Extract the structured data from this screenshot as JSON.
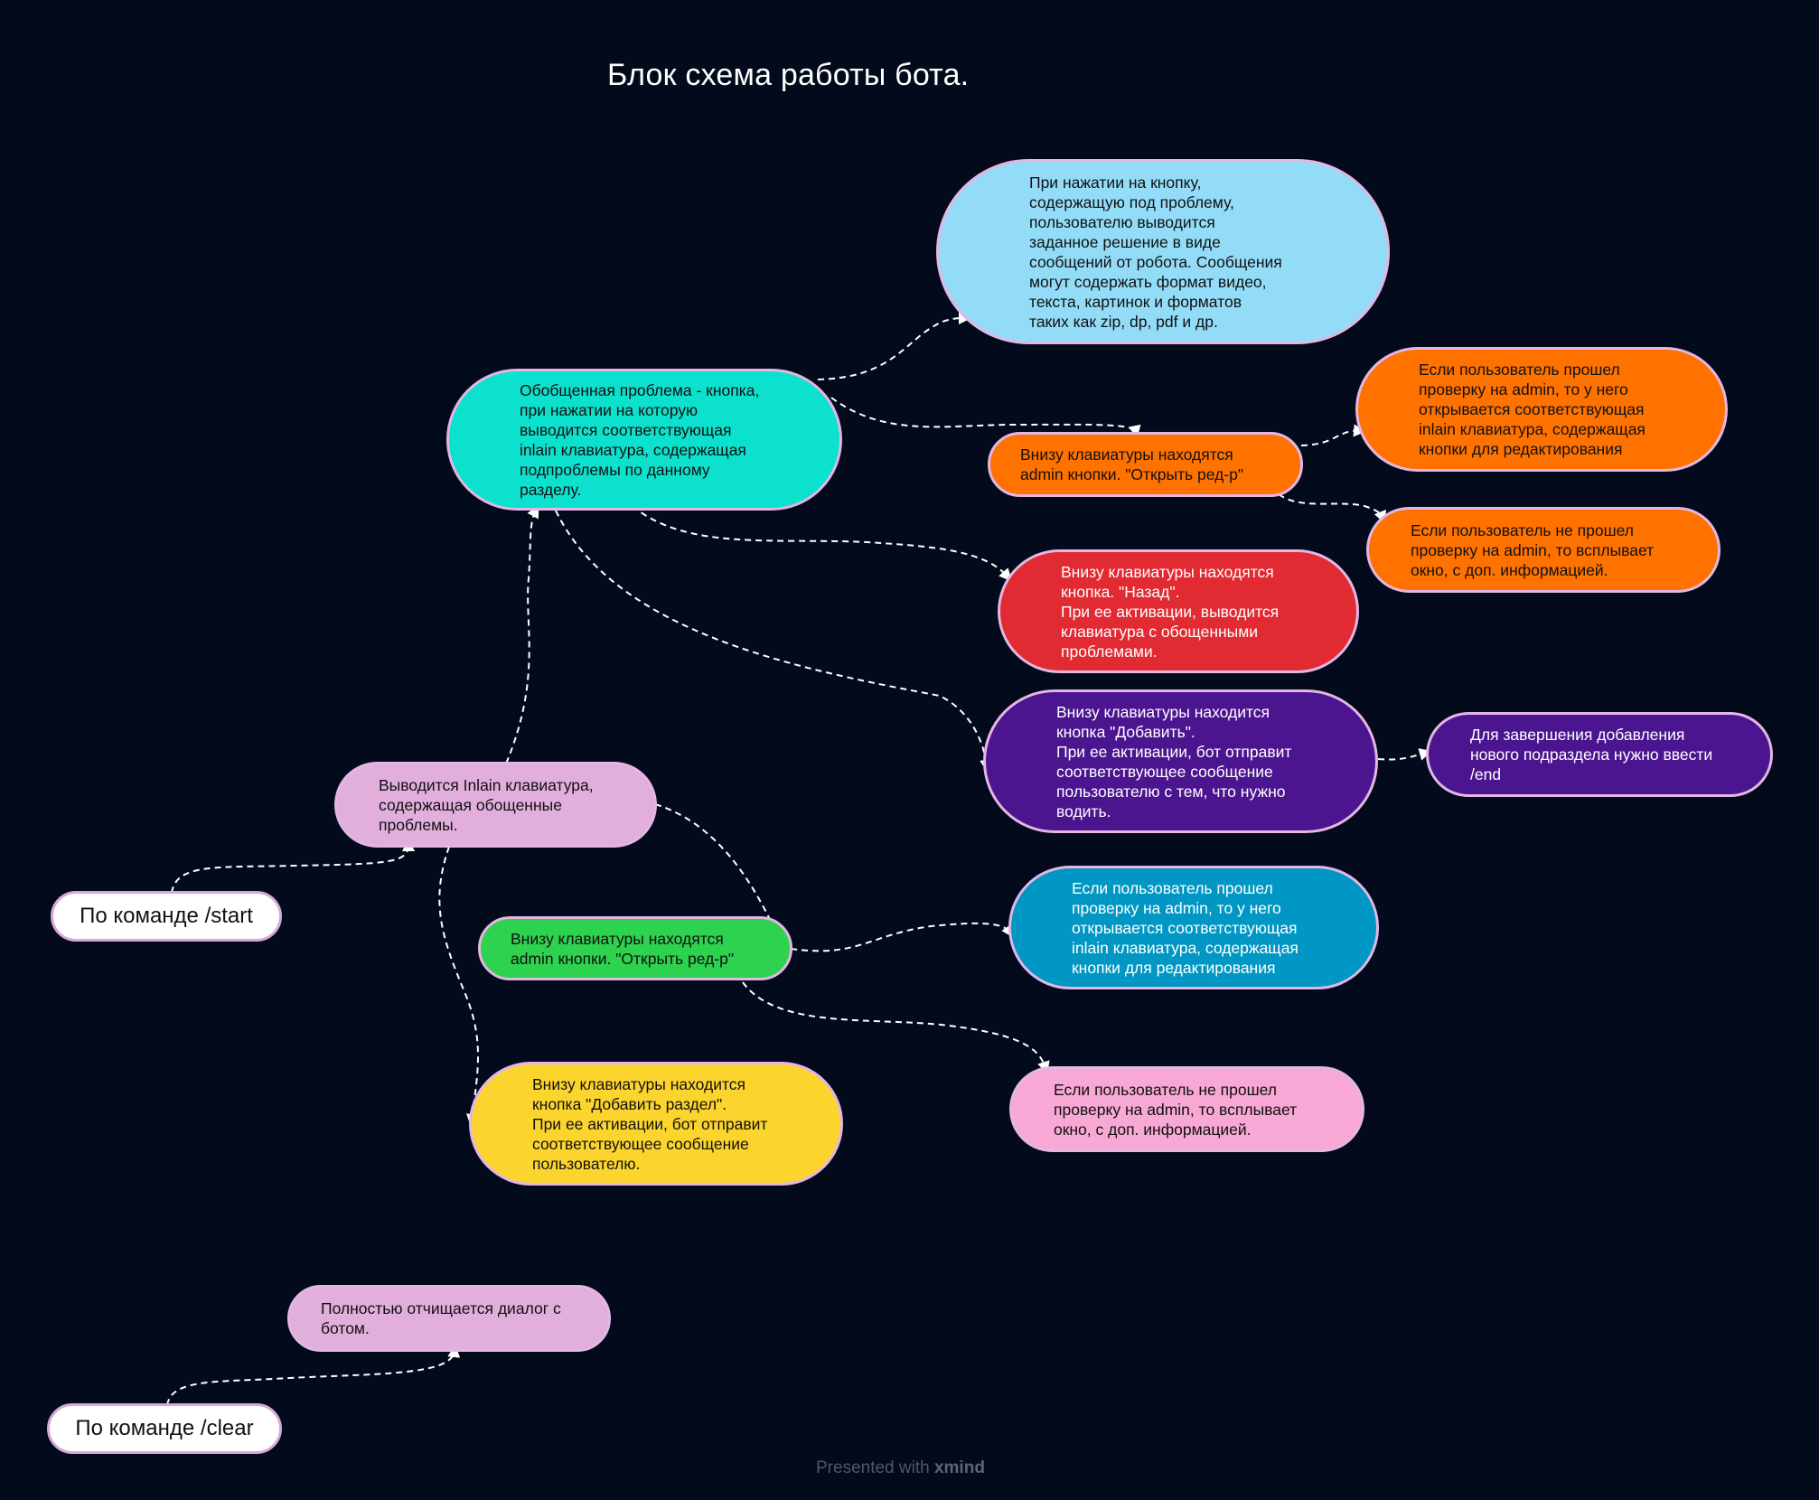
{
  "title": "Блок схема работы бота.",
  "footer": {
    "presented": "Presented with ",
    "brand": "xmind"
  },
  "nodes": {
    "start_cmd": {
      "label": "По команде /start",
      "color": "#ffffff"
    },
    "clear_cmd": {
      "label": "По команде /clear",
      "color": "#ffffff"
    },
    "inline_keyboard": {
      "text": "Выводится Inlain клавиатура,\nсодержащая обощенные\nпроблемы.",
      "color": "#e2aedc"
    },
    "clear_dialog": {
      "text": "Полностью отчищается диалог с\nботом.",
      "color": "#e2aedc"
    },
    "general_problem": {
      "text": "Обобщенная проблема - кнопка,\nпри нажатии на которую\nвыводится соответствующая\ninlain клавиатура, содержащая\nподпроблемы по данному\nразделу.",
      "color": "#0ce1cd"
    },
    "solution": {
      "text": "При нажатии на кнопку,\nсодержащую под проблему,\nпользователю выводится\nзаданное решение в виде\nсообщений от робота. Сообщения\nмогут содержать формат видео,\nтекста, картинок и форматов\nтаких как zip, dp, pdf и др.",
      "color": "#93dcf8"
    },
    "admin_open_top": {
      "text": "Внизу клавиатуры находятся\nadmin кнопки. \"Открыть ред-р\"",
      "color": "#ff7200"
    },
    "admin_pass_top": {
      "text": "Если пользователь прошел\nпроверку на admin, то у него\nоткрывается соответствующая\ninlain клавиатура, содержащая\nкнопки для редактирования",
      "color": "#ff7200"
    },
    "admin_fail_top": {
      "text": "Если пользователь не прошел\nпроверку на admin, то всплывает\nокно, с доп. информацией.",
      "color": "#ff7200"
    },
    "back_button": {
      "text": "Внизу клавиатуры находятся\nкнопка. \"Назад\".\nПри ее активации, выводится\nклавиатура с обощенными\nпроблемами.",
      "color": "#e22a32"
    },
    "add_button": {
      "text": "Внизу клавиатуры находится\nкнопка \"Добавить\".\nПри ее активации, бот отправит\nсоответствующее сообщение\nпользователю с тем, что нужно\nводить.",
      "color": "#4c1590"
    },
    "end_note": {
      "text": "Для завершения добавления\nнового подраздела нужно ввести\n/end",
      "color": "#4c1590"
    },
    "admin_open_mid": {
      "text": "Внизу клавиатуры находятся\nadmin кнопки. \"Открыть ред-р\"",
      "color": "#2dd24e"
    },
    "admin_pass_mid": {
      "text": "Если пользователь прошел\nпроверку на admin, то у него\nоткрывается соответствующая\ninlain клавиатура, содержащая\nкнопки для редактирования",
      "color": "#0097c4"
    },
    "admin_fail_mid": {
      "text": "Если пользователь не прошел\nпроверку на admin, то всплывает\nокно, с доп. информацией.",
      "color": "#f8a8d4"
    },
    "add_section": {
      "text": "Внизу клавиатуры находится\nкнопка \"Добавить раздел\".\nПри ее активации, бот отправит\nсоответствующее сообщение\nпользователю.",
      "color": "#fcd42e"
    }
  }
}
